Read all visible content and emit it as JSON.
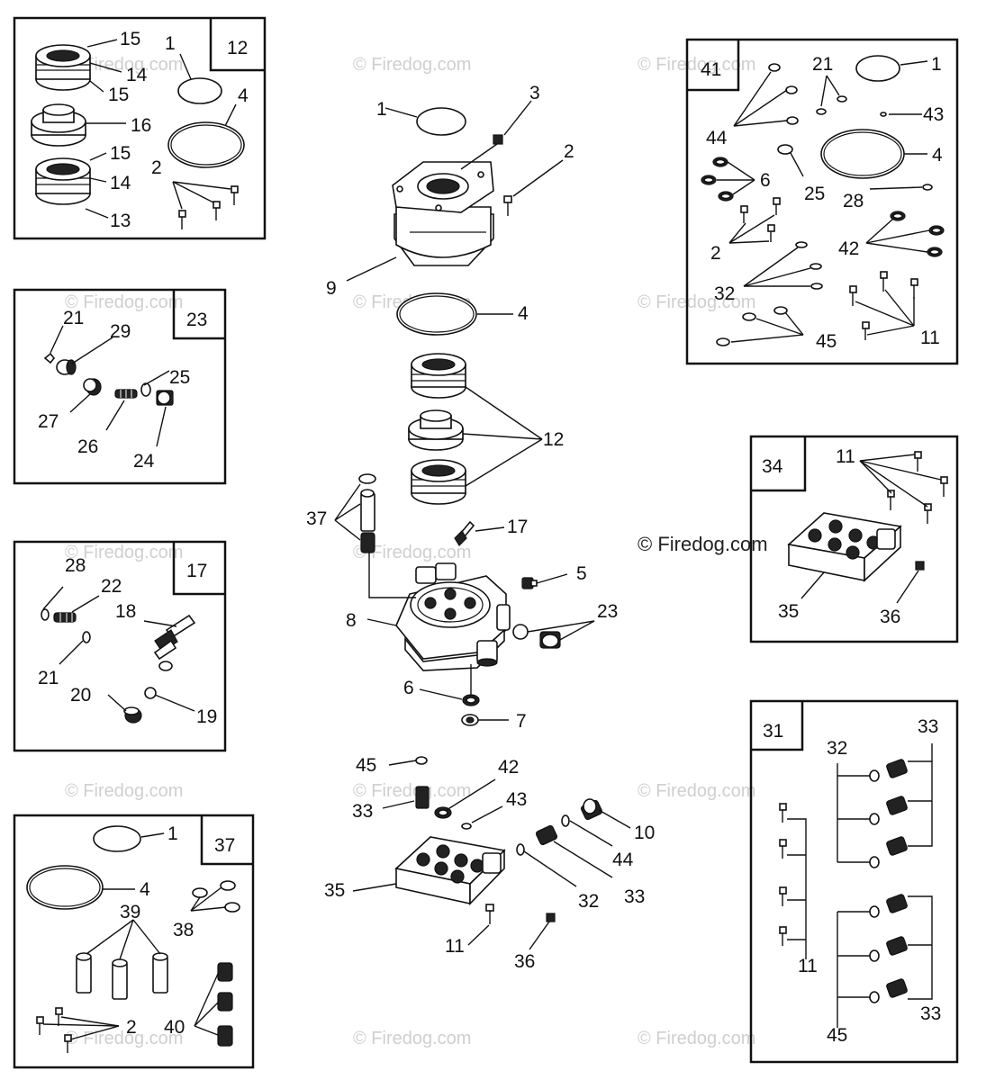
{
  "watermark": {
    "text": "© Firedog.com",
    "prominent_text": "© Firedog.com"
  },
  "diagram": {
    "main_labels": {
      "l1": "1",
      "l3": "3",
      "l2": "2",
      "l9": "9",
      "l4": "4",
      "l12": "12",
      "l37": "37",
      "l17": "17",
      "l5": "5",
      "l8": "8",
      "l23": "23",
      "l6": "6",
      "l7": "7",
      "l45": "45",
      "l42": "42",
      "l33": "33",
      "l43": "43",
      "l10": "10",
      "l44": "44",
      "l35": "35",
      "l32": "32",
      "l33b": "33",
      "l11": "11",
      "l36": "36"
    },
    "box12": {
      "id": "12",
      "labels": {
        "a": "15",
        "b": "14",
        "c": "15",
        "d": "16",
        "e": "15",
        "f": "14",
        "g": "13",
        "h": "1",
        "i": "4",
        "j": "2"
      }
    },
    "box23": {
      "id": "23",
      "labels": {
        "a": "21",
        "b": "29",
        "c": "25",
        "d": "27",
        "e": "26",
        "f": "24"
      }
    },
    "box17": {
      "id": "17",
      "labels": {
        "a": "28",
        "b": "22",
        "c": "18",
        "d": "21",
        "e": "20",
        "f": "19"
      }
    },
    "box37": {
      "id": "37",
      "labels": {
        "a": "1",
        "b": "4",
        "c": "39",
        "d": "38",
        "e": "2",
        "f": "40"
      }
    },
    "box41": {
      "id": "41",
      "labels": {
        "a": "21",
        "b": "1",
        "c": "43",
        "d": "44",
        "e": "6",
        "f": "4",
        "g": "25",
        "h": "28",
        "i": "2",
        "j": "42",
        "k": "32",
        "l": "45",
        "m": "11"
      }
    },
    "box34": {
      "id": "34",
      "labels": {
        "a": "11",
        "b": "35",
        "c": "36"
      }
    },
    "box31": {
      "id": "31",
      "labels": {
        "a": "32",
        "b": "33",
        "c": "11",
        "d": "45",
        "e": "33"
      }
    }
  }
}
